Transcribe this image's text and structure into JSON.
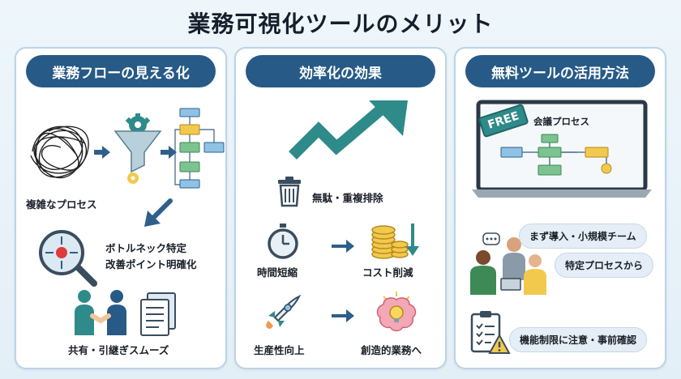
{
  "title": "業務可視化ツールのメリット",
  "panels": [
    {
      "header": "業務フローの見える化",
      "labels": {
        "complex_process": "複雑なプロセス",
        "bottleneck_line1": "ボトルネック特定",
        "bottleneck_line2": "改善ポイント明確化",
        "sharing": "共有・引継ぎスムーズ"
      }
    },
    {
      "header": "効率化の効果",
      "labels": {
        "waste": "無駄・重複排除",
        "time_saving": "時間短縮",
        "cost_saving": "コスト削減",
        "productivity": "生産性向上",
        "creative": "創造的業務へ"
      }
    },
    {
      "header": "無料ツールの活用方法",
      "labels": {
        "free_badge": "FREE",
        "meeting_process": "会議プロセス",
        "start_small": "まず導入・小規模チーム",
        "specific_process": "特定プロセスから",
        "caution": "機能制限に注意・事前確認"
      }
    }
  ],
  "colors": {
    "header_bg": "#275a86",
    "accent_teal": "#2f8a8a",
    "arrow_blue": "#2f5f8a",
    "node_blue": "#8fc3e6",
    "node_yellow": "#f2c94c",
    "node_green": "#7cc38f"
  }
}
